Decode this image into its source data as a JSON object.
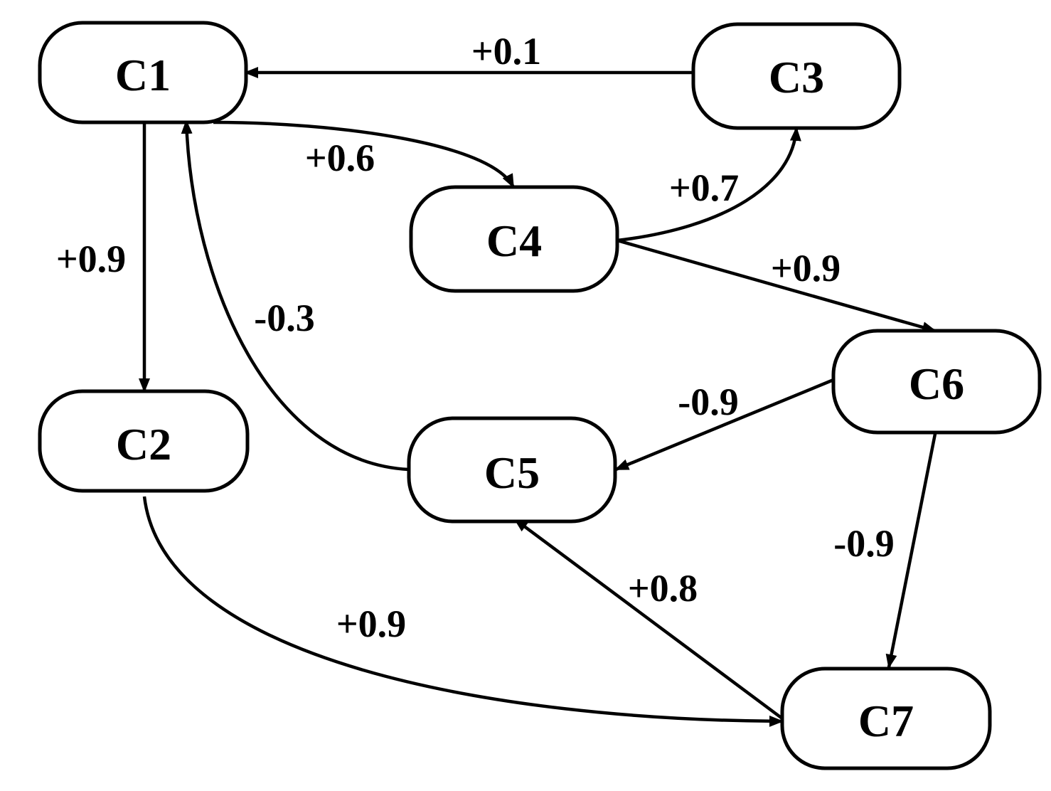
{
  "nodes": {
    "c1": "C1",
    "c2": "C2",
    "c3": "C3",
    "c4": "C4",
    "c5": "C5",
    "c6": "C6",
    "c7": "C7"
  },
  "edges": [
    {
      "from": "C3",
      "to": "C1",
      "weight": "+0.1"
    },
    {
      "from": "C1",
      "to": "C4",
      "weight": "+0.6"
    },
    {
      "from": "C1",
      "to": "C2",
      "weight": "+0.9"
    },
    {
      "from": "C4",
      "to": "C3",
      "weight": "+0.7"
    },
    {
      "from": "C4",
      "to": "C6",
      "weight": "+0.9"
    },
    {
      "from": "C5",
      "to": "C1",
      "weight": "-0.3"
    },
    {
      "from": "C6",
      "to": "C5",
      "weight": "-0.9"
    },
    {
      "from": "C6",
      "to": "C7",
      "weight": "-0.9"
    },
    {
      "from": "C7",
      "to": "C5",
      "weight": "+0.8"
    },
    {
      "from": "C2",
      "to": "C7",
      "weight": "+0.9"
    }
  ]
}
